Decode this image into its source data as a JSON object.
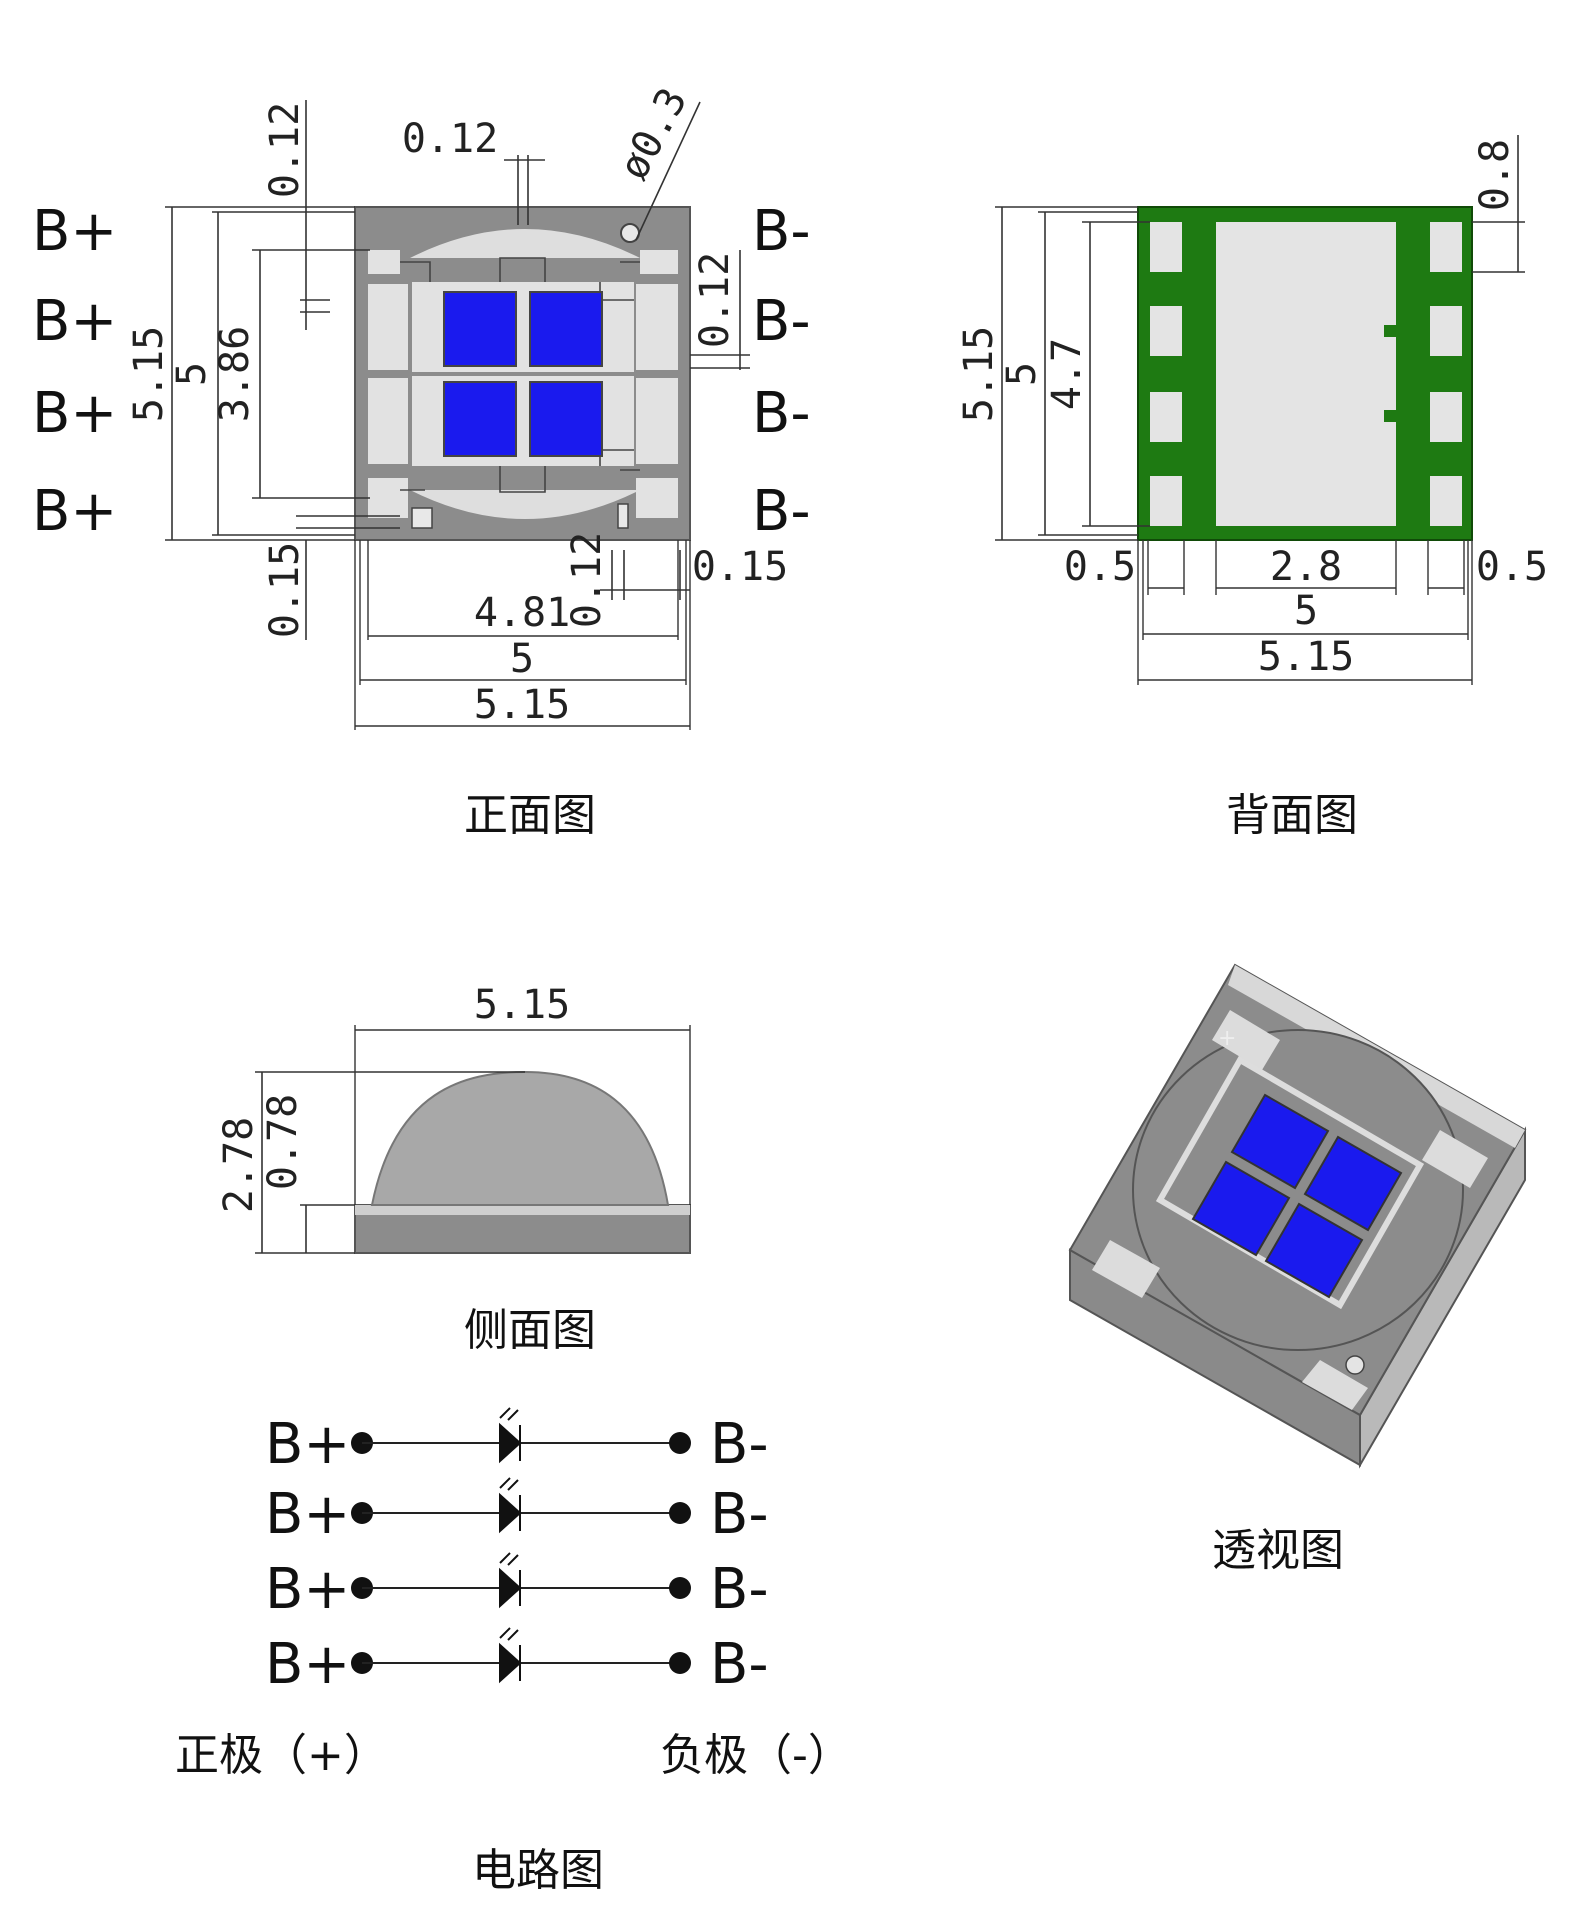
{
  "front": {
    "caption": "正面图",
    "pin_left": [
      "B+",
      "B+",
      "B+",
      "B+"
    ],
    "pin_right": [
      "B-",
      "B-",
      "B-",
      "B-"
    ],
    "dims": {
      "height_outer": "5.15",
      "height_inner": "5",
      "pad_height": "3.86",
      "gap_top": "0.12",
      "gap_bottom": "0.15",
      "gap_top_center": "0.12",
      "hole": "ø0.3",
      "gap_right": "0.12",
      "gap_bottom_right": "0.12",
      "right_margin": "0.15",
      "width_481": "4.81",
      "width_5": "5",
      "width_515": "5.15"
    }
  },
  "back": {
    "caption": "背面图",
    "dims": {
      "height_outer": "5.15",
      "height_inner": "5",
      "pad_height": "4.7",
      "top": "0.8",
      "left_pad": "0.5",
      "center_pad": "2.8",
      "right_pad": "0.5",
      "width_5": "5",
      "width_515": "5.15"
    }
  },
  "side": {
    "caption": "侧面图",
    "dims": {
      "width": "5.15",
      "height_total": "2.78",
      "base": "0.78"
    }
  },
  "perspective": {
    "caption": "透视图"
  },
  "circuit": {
    "caption": "电路图",
    "left_labels": [
      "B+",
      "B+",
      "B+",
      "B+"
    ],
    "right_labels": [
      "B-",
      "B-",
      "B-",
      "B-"
    ],
    "positive": "正极（+）",
    "negative": "负极（-）"
  },
  "colors": {
    "substrate": "#8c8c8c",
    "pad_light": "#e2e2e2",
    "chip": "#1a1aee",
    "back_green": "#1e7a12",
    "lens": "#a8a8a8"
  }
}
